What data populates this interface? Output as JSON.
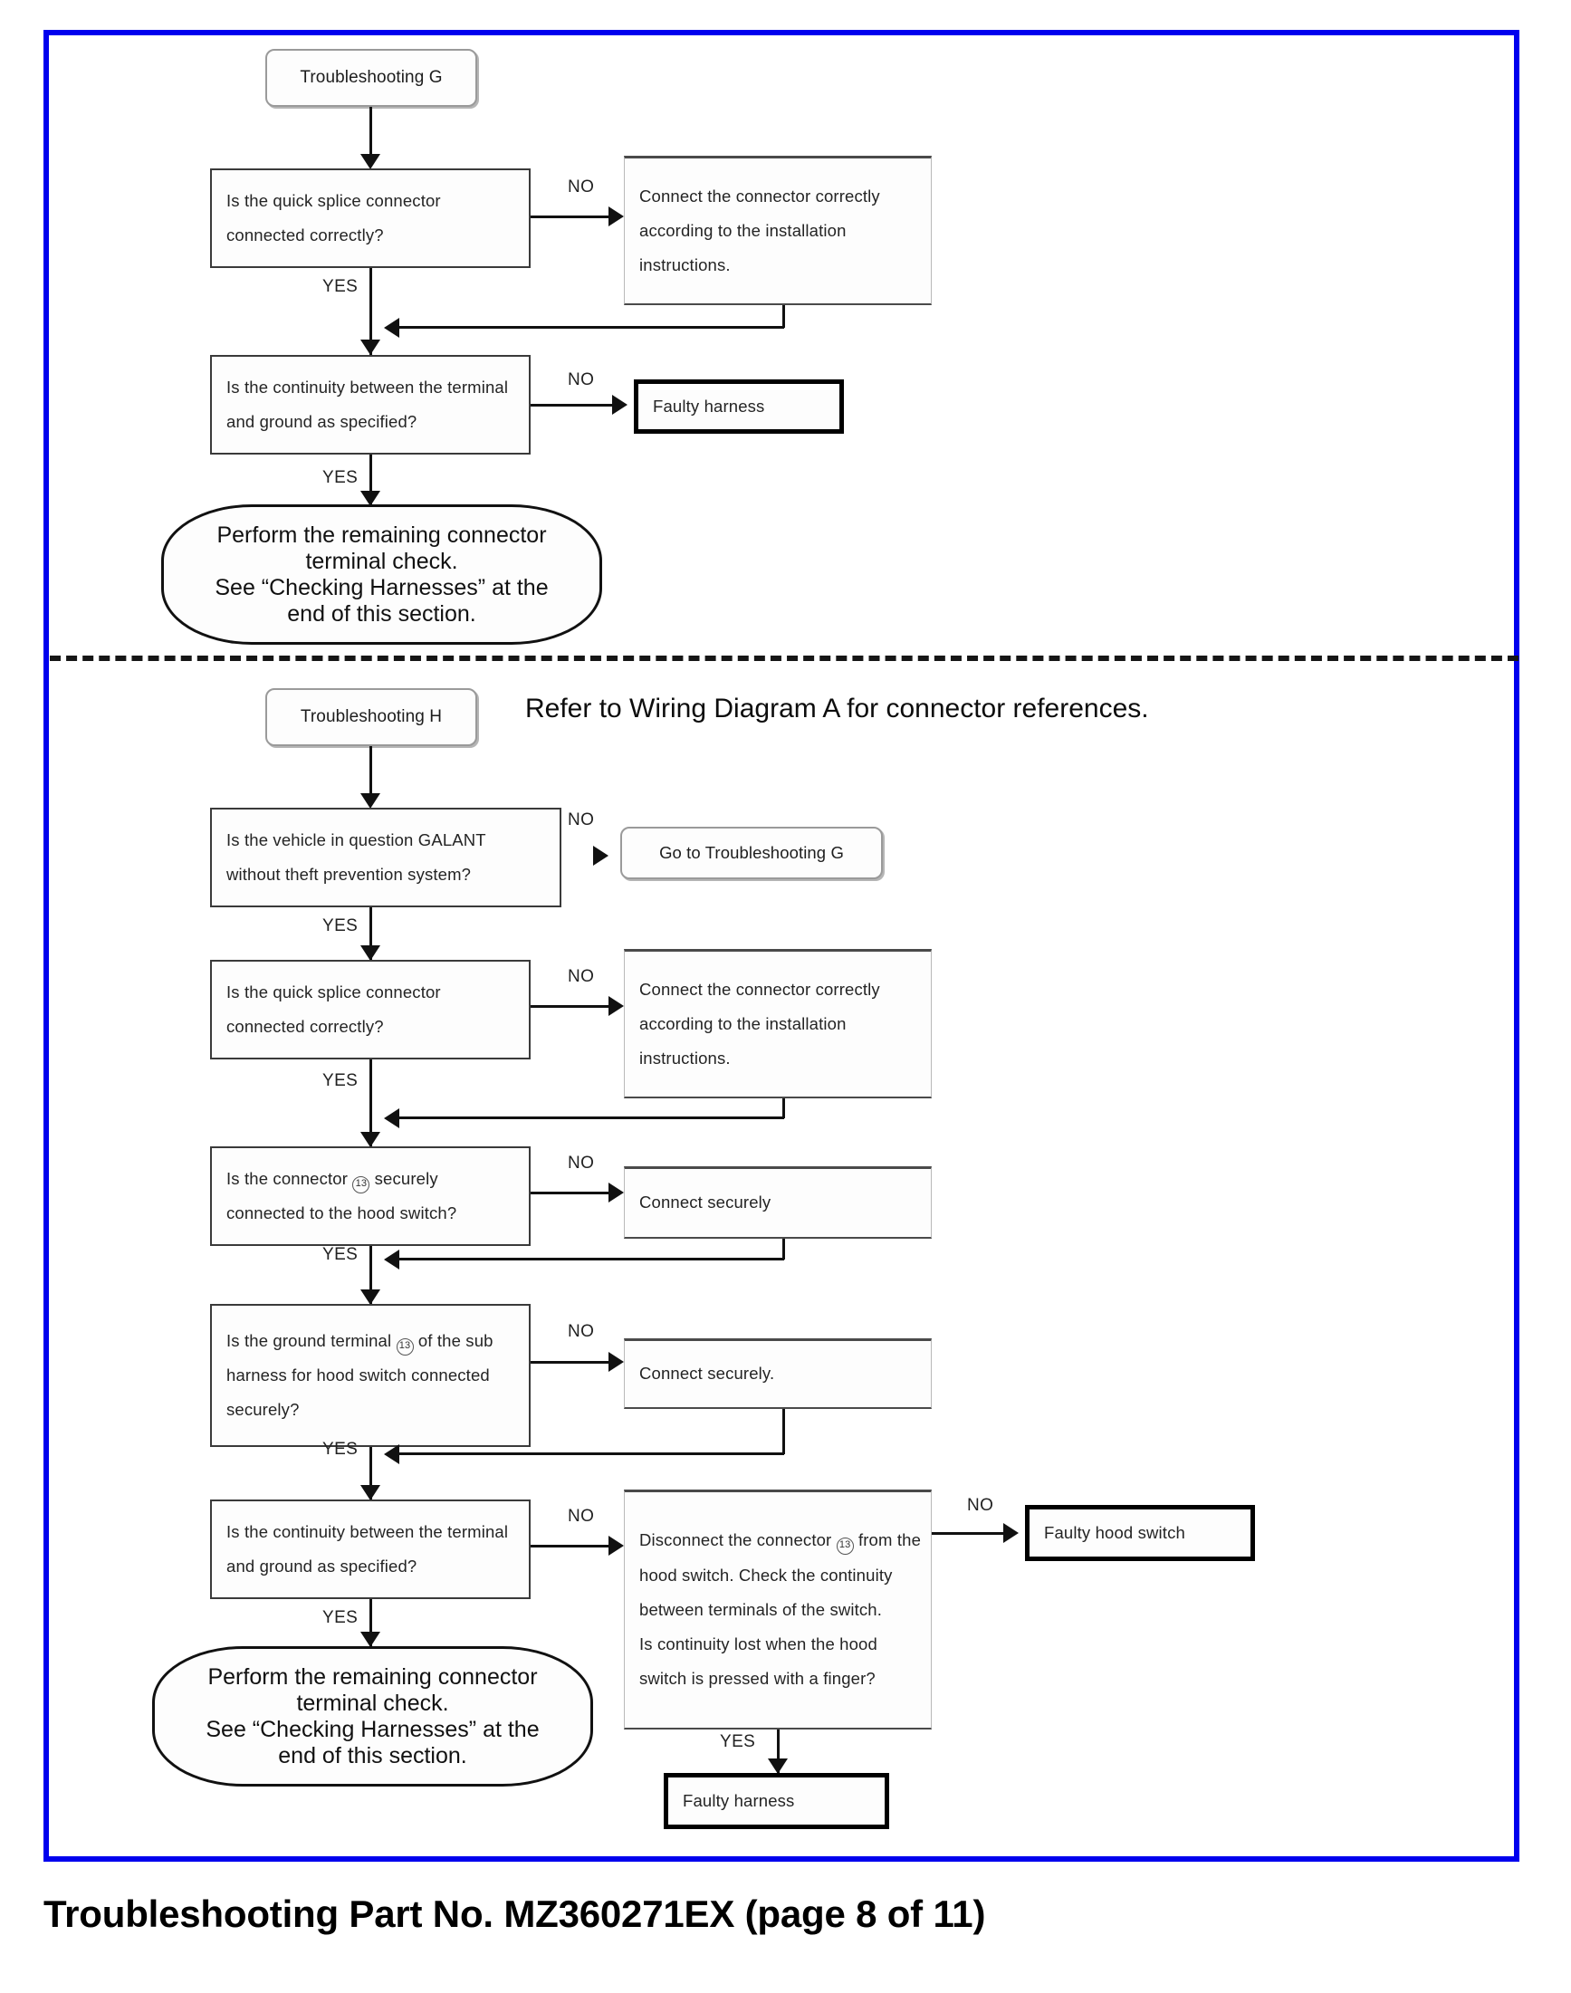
{
  "page": {
    "caption": "Troubleshooting Part No. MZ360271EX (page 8 of 11)",
    "frame_color": "#0000ee"
  },
  "labels": {
    "yes": "YES",
    "no": "NO"
  },
  "section_g": {
    "start": "Troubleshooting G",
    "d1": {
      "line1": "Is the quick splice connector",
      "line2": "connected correctly?"
    },
    "a1": {
      "line1": "Connect the connector correctly",
      "line2": "according to the installation",
      "line3": "instructions."
    },
    "d2": {
      "line1": "Is the continuity between the terminal",
      "line2": "and ground as specified?"
    },
    "a2": "Faulty harness",
    "end": {
      "line1": "Perform the remaining connector",
      "line2": "terminal check.",
      "line3": "See “Checking Harnesses” at the",
      "line4": "end of this section."
    }
  },
  "section_h": {
    "start": "Troubleshooting H",
    "note": "Refer to Wiring Diagram A for connector references.",
    "d1": {
      "line1": "Is the vehicle in question GALANT",
      "line2": "without theft prevention system?"
    },
    "a1": "Go to Troubleshooting G",
    "d2": {
      "line1": "Is the quick splice connector",
      "line2": "connected correctly?"
    },
    "a2": {
      "line1": "Connect the connector correctly",
      "line2": "according to the installation",
      "line3": "instructions."
    },
    "d3": {
      "pre": "Is the connector",
      "ref": "13",
      "post": "securely",
      "line2": "connected to the hood switch?"
    },
    "a3": "Connect securely",
    "d4": {
      "pre": "Is the ground terminal",
      "ref": "13",
      "post": "of the sub",
      "line2": "harness for hood switch connected",
      "line3": "securely?"
    },
    "a4": "Connect securely.",
    "d5": {
      "line1": "Is the continuity between the terminal",
      "line2": "and ground as specified?"
    },
    "d6": {
      "pre": "Disconnect the connector",
      "ref": "13",
      "post": "from the",
      "line2": "hood switch. Check the continuity",
      "line3": "between terminals of the switch.",
      "line4": "Is continuity lost when the hood",
      "line5": "switch is pressed with a finger?"
    },
    "a5": "Faulty hood switch",
    "a6": "Faulty harness",
    "end": {
      "line1": "Perform the remaining connector",
      "line2": "terminal check.",
      "line3": "See “Checking Harnesses” at the",
      "line4": "end of this section."
    }
  }
}
